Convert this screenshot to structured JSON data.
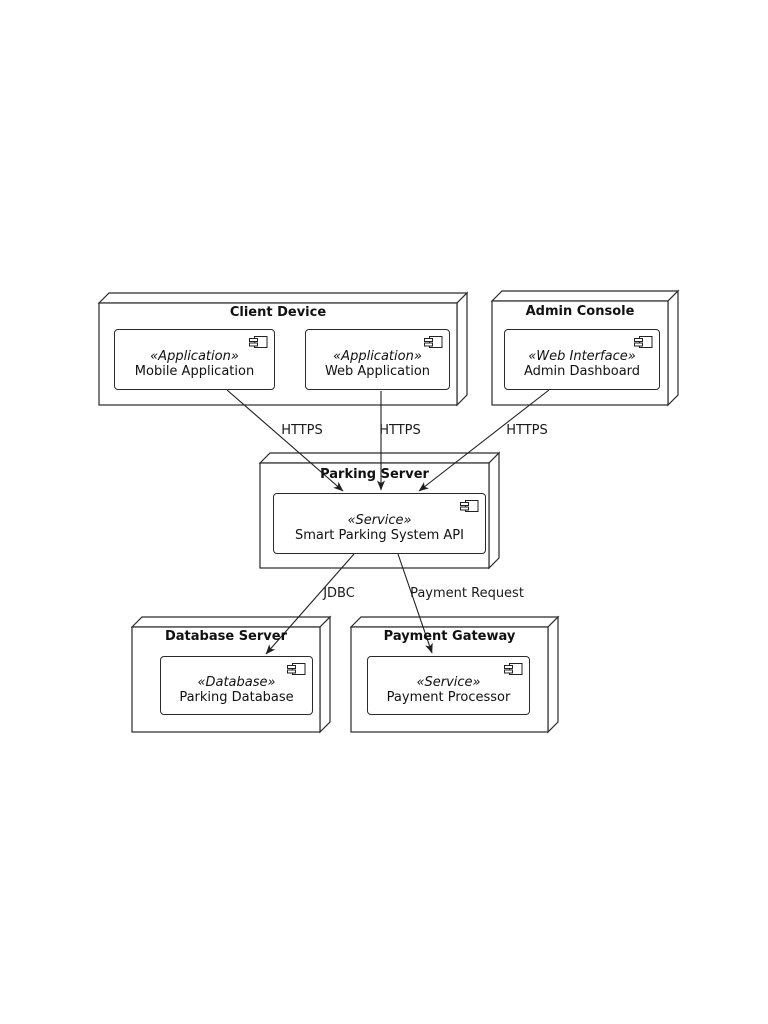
{
  "diagram": {
    "kind": "UML deployment diagram",
    "colors": {
      "background": "#ffffff",
      "line": "#1f1f1f",
      "text": "#111111",
      "node_fill": "#ffffff"
    },
    "icons": {
      "component": "uml-component-icon"
    }
  },
  "nodes": [
    {
      "id": "client-device",
      "title": "Client Device",
      "components": [
        {
          "stereotype": "«Application»",
          "name": "Mobile Application"
        },
        {
          "stereotype": "«Application»",
          "name": "Web Application"
        }
      ]
    },
    {
      "id": "admin-console",
      "title": "Admin Console",
      "components": [
        {
          "stereotype": "«Web Interface»",
          "name": "Admin Dashboard"
        }
      ]
    },
    {
      "id": "parking-server",
      "title": "Parking Server",
      "components": [
        {
          "stereotype": "«Service»",
          "name": "Smart Parking System API"
        }
      ]
    },
    {
      "id": "database-server",
      "title": "Database Server",
      "components": [
        {
          "stereotype": "«Database»",
          "name": "Parking Database"
        }
      ]
    },
    {
      "id": "payment-gateway",
      "title": "Payment Gateway",
      "components": [
        {
          "stereotype": "«Service»",
          "name": "Payment Processor"
        }
      ]
    }
  ],
  "edges": [
    {
      "from": "Mobile Application",
      "to": "Smart Parking System API",
      "label": "HTTPS"
    },
    {
      "from": "Web Application",
      "to": "Smart Parking System API",
      "label": "HTTPS"
    },
    {
      "from": "Admin Dashboard",
      "to": "Smart Parking System API",
      "label": "HTTPS"
    },
    {
      "from": "Smart Parking System API",
      "to": "Parking Database",
      "label": "JDBC"
    },
    {
      "from": "Smart Parking System API",
      "to": "Payment Processor",
      "label": "Payment Request"
    }
  ]
}
